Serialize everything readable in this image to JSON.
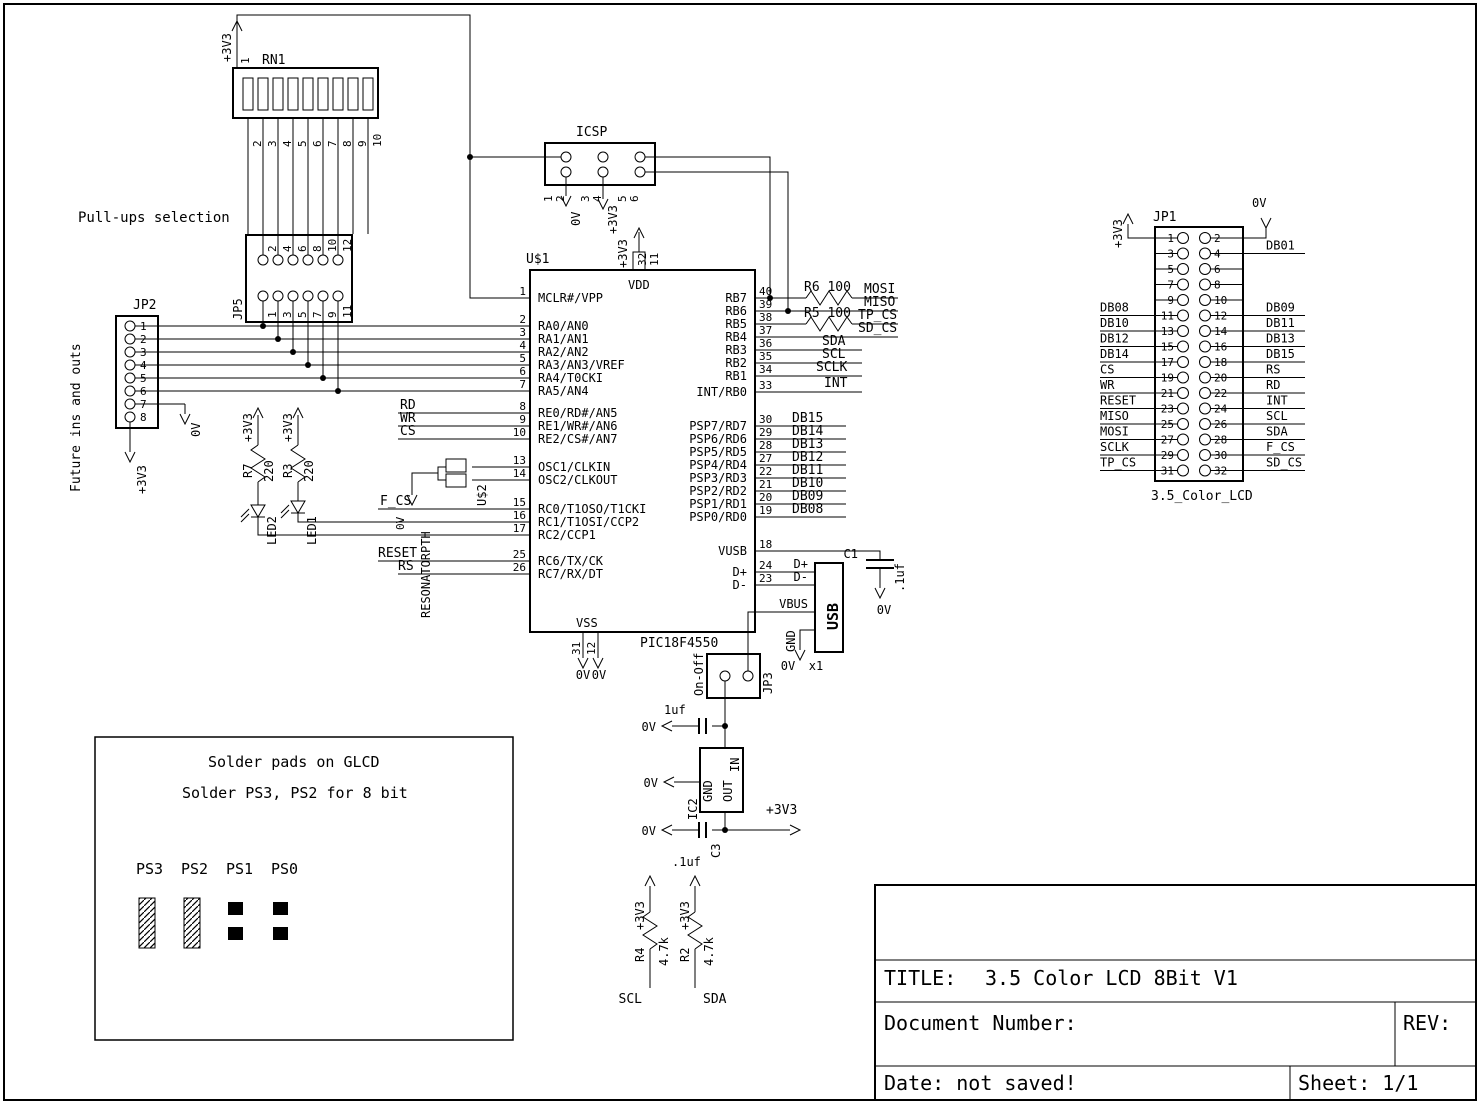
{
  "power": {
    "v33": "+3V3",
    "v0": "0V"
  },
  "rn1": {
    "ref": "RN1",
    "pin_top": "1",
    "pins": [
      "2",
      "3",
      "4",
      "5",
      "6",
      "7",
      "8",
      "9",
      "10"
    ]
  },
  "jp5": {
    "ref": "JP5",
    "caption": "Pull-ups selection",
    "pins_top": [
      "2",
      "4",
      "6",
      "8",
      "10",
      "12"
    ],
    "pins_bottom": [
      "1",
      "3",
      "5",
      "7",
      "9",
      "11"
    ]
  },
  "jp2": {
    "ref": "JP2",
    "caption": "Future ins and outs",
    "pins": [
      "1",
      "2",
      "3",
      "4",
      "5",
      "6",
      "7",
      "8"
    ]
  },
  "icsp": {
    "ref": "ICSP",
    "pins": [
      "1",
      "2",
      "3",
      "4",
      "5",
      "6"
    ]
  },
  "mcu": {
    "ref": "U$1",
    "part": "PIC18F4550",
    "vdd": "VDD",
    "vss": "VSS",
    "top_pins": [
      "32",
      "11"
    ],
    "bottom_pins": [
      "31",
      "12"
    ],
    "left_pins": [
      {
        "num": "1",
        "name": "MCLR#/VPP"
      },
      {
        "num": "2",
        "name": "RA0/AN0"
      },
      {
        "num": "3",
        "name": "RA1/AN1"
      },
      {
        "num": "4",
        "name": "RA2/AN2"
      },
      {
        "num": "5",
        "name": "RA3/AN3/VREF"
      },
      {
        "num": "6",
        "name": "RA4/T0CKI"
      },
      {
        "num": "7",
        "name": "RA5/AN4"
      },
      {
        "num": "8",
        "name": "RE0/RD#/AN5"
      },
      {
        "num": "9",
        "name": "RE1/WR#/AN6"
      },
      {
        "num": "10",
        "name": "RE2/CS#/AN7"
      },
      {
        "num": "13",
        "name": "OSC1/CLKIN"
      },
      {
        "num": "14",
        "name": "OSC2/CLKOUT"
      },
      {
        "num": "15",
        "name": "RC0/T1OSO/T1CKI"
      },
      {
        "num": "16",
        "name": "RC1/T1OSI/CCP2"
      },
      {
        "num": "17",
        "name": "RC2/CCP1"
      },
      {
        "num": "25",
        "name": "RC6/TX/CK"
      },
      {
        "num": "26",
        "name": "RC7/RX/DT"
      }
    ],
    "right_pins": [
      {
        "num": "40",
        "name": "RB7",
        "net": "MOSI"
      },
      {
        "num": "39",
        "name": "RB6",
        "net": "MISO"
      },
      {
        "num": "38",
        "name": "RB5",
        "net": "TP_CS"
      },
      {
        "num": "37",
        "name": "RB4",
        "net": "SD_CS"
      },
      {
        "num": "36",
        "name": "RB3",
        "net": "SDA"
      },
      {
        "num": "35",
        "name": "RB2",
        "net": "SCL"
      },
      {
        "num": "34",
        "name": "RB1",
        "net": "SCLK"
      },
      {
        "num": "33",
        "name": "INT/RB0",
        "net": "INT"
      },
      {
        "num": "30",
        "name": "PSP7/RD7",
        "net": "DB15"
      },
      {
        "num": "29",
        "name": "PSP6/RD6",
        "net": "DB14"
      },
      {
        "num": "28",
        "name": "PSP5/RD5",
        "net": "DB13"
      },
      {
        "num": "27",
        "name": "PSP4/RD4",
        "net": "DB12"
      },
      {
        "num": "22",
        "name": "PSP3/RD3",
        "net": "DB11"
      },
      {
        "num": "21",
        "name": "PSP2/RD2",
        "net": "DB10"
      },
      {
        "num": "20",
        "name": "PSP1/RD1",
        "net": "DB09"
      },
      {
        "num": "19",
        "name": "PSP0/RD0",
        "net": "DB08"
      },
      {
        "num": "18",
        "name": "VUSB"
      },
      {
        "num": "24",
        "name": "D+"
      },
      {
        "num": "23",
        "name": "D-"
      }
    ],
    "left_nets": {
      "rd": "RD",
      "wr": "WR",
      "cs": "CS",
      "f_cs": "F_CS",
      "reset": "RESET",
      "rs": "RS"
    }
  },
  "resistors": {
    "r6": "R6 100",
    "r5": "R5 100",
    "r7": {
      "ref": "R7",
      "value": "220"
    },
    "r3": {
      "ref": "R3",
      "value": "220"
    },
    "r4": {
      "ref": "R4",
      "value": "4.7k"
    },
    "r2": {
      "ref": "R2",
      "value": "4.7k"
    }
  },
  "leds": {
    "led1": "LED1",
    "led2": "LED2"
  },
  "resonator": {
    "ref": "U$2",
    "part": "RESONATORPTH"
  },
  "usb": {
    "label": "USB",
    "dplus": "D+",
    "dminus": "D-",
    "vbus": "VBUS",
    "gnd": "GND",
    "x1": "x1",
    "c1_ref": "C1",
    "c1_value": ".1uf"
  },
  "jp3": {
    "ref": "JP3",
    "caption": "On-Off"
  },
  "reg": {
    "ref": "IC2",
    "pin_in": "IN",
    "pin_out": "OUT",
    "pin_gnd": "GND",
    "cin_value": "1uf",
    "c3_ref": "C3",
    "c3_value": ".1uf"
  },
  "i2c": {
    "scl": "SCL",
    "sda": "SDA"
  },
  "jp1": {
    "ref": "JP1",
    "part": "3.5_Color_LCD",
    "odd_pins": [
      "1",
      "3",
      "5",
      "7",
      "9",
      "11",
      "13",
      "15",
      "17",
      "19",
      "21",
      "23",
      "25",
      "27",
      "29",
      "31"
    ],
    "even_pins": [
      "2",
      "4",
      "6",
      "8",
      "10",
      "12",
      "14",
      "16",
      "18",
      "20",
      "22",
      "24",
      "26",
      "28",
      "30",
      "32"
    ],
    "left_nets": [
      "DB08",
      "DB10",
      "DB12",
      "DB14",
      "CS",
      "WR",
      "RESET",
      "MISO",
      "MOSI",
      "SCLK",
      "TP_CS"
    ],
    "right_nets": [
      "DB01",
      "DB09",
      "DB11",
      "DB13",
      "DB15",
      "RS",
      "RD",
      "INT",
      "SCL",
      "SDA",
      "F_CS",
      "SD_CS"
    ]
  },
  "solder": {
    "heading": "Solder pads on GLCD",
    "note": "Solder PS3, PS2 for 8 bit",
    "pads": [
      "PS3",
      "PS2",
      "PS1",
      "PS0"
    ]
  },
  "titleblock": {
    "title_label": "TITLE:",
    "title_value": "3.5 Color LCD 8Bit V1",
    "doc_label": "Document Number:",
    "rev_label": "REV:",
    "date": "Date: not saved!",
    "sheet": "Sheet: 1/1"
  }
}
